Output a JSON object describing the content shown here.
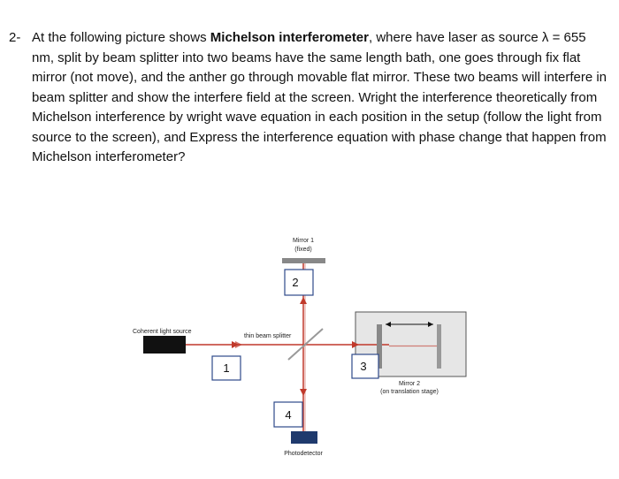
{
  "question": {
    "number": "2-",
    "part1": "At the following picture shows ",
    "bold": "Michelson interferometer",
    "part2": ", where have laser as source λ = 655 nm, split by beam splitter into two beams have the same length bath, one goes through fix flat mirror (not move), and the anther go through movable flat mirror. These two beams will interfere in beam splitter and show the interfere field at the screen. Wright the interference theoretically from Michelson interference by wright wave equation in each position in the setup (follow the light from source to the screen), and Express the interference equation with phase change that happen from Michelson interferometer?"
  },
  "diagram": {
    "mirror1_line1": "Mirror 1",
    "mirror1_line2": "(fixed)",
    "source_label": "Coherent light source",
    "splitter_label": "thin beam splitter",
    "mirror2_line1": "Mirror 2",
    "mirror2_line2": "(on translation stage)",
    "detector_label": "Photodetector",
    "box1": "1",
    "box2": "2",
    "box3": "3",
    "box4": "4",
    "beam_color": "#c0392b",
    "source_color": "#111111",
    "detector_color": "#1f3a6d",
    "mirror_color": "#888888",
    "box_color": "#2e4a8a"
  }
}
